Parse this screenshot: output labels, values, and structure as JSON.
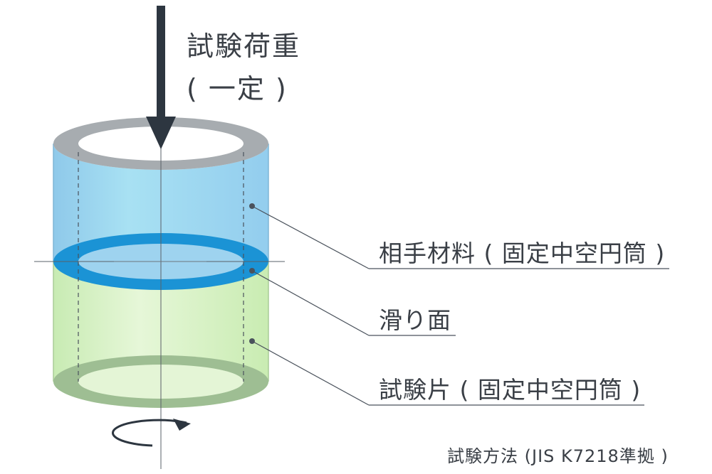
{
  "load": {
    "line1": "試験荷重",
    "line2": "( 一定 )"
  },
  "labels": {
    "counterpart": "相手材料 ( 固定中空円筒 )",
    "sliding_surface": "滑り面",
    "specimen": "試験片 ( 固定中空円筒 )"
  },
  "method": "試験方法 (JIS K7218準拠 )",
  "colors": {
    "counterpart_body": "#9fd4ee",
    "counterpart_ring": "#a3a8ac",
    "sliding_ring": "#1e95d6",
    "specimen_body": "#d3efbe",
    "specimen_ring": "#95b78b",
    "arrow": "#2d3640",
    "text": "#3a3f46"
  }
}
